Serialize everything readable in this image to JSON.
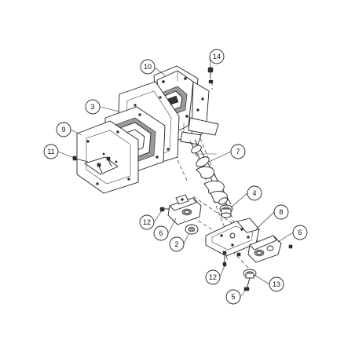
{
  "callouts": {
    "c10": "10",
    "c14": "14",
    "c3": "3",
    "c9": "9",
    "c11": "11",
    "c7": "7",
    "c4": "4",
    "c8": "8",
    "c12a": "12",
    "c6a": "6",
    "c2": "2",
    "c6b": "6",
    "c12b": "12",
    "c13": "13",
    "c5": "5"
  }
}
